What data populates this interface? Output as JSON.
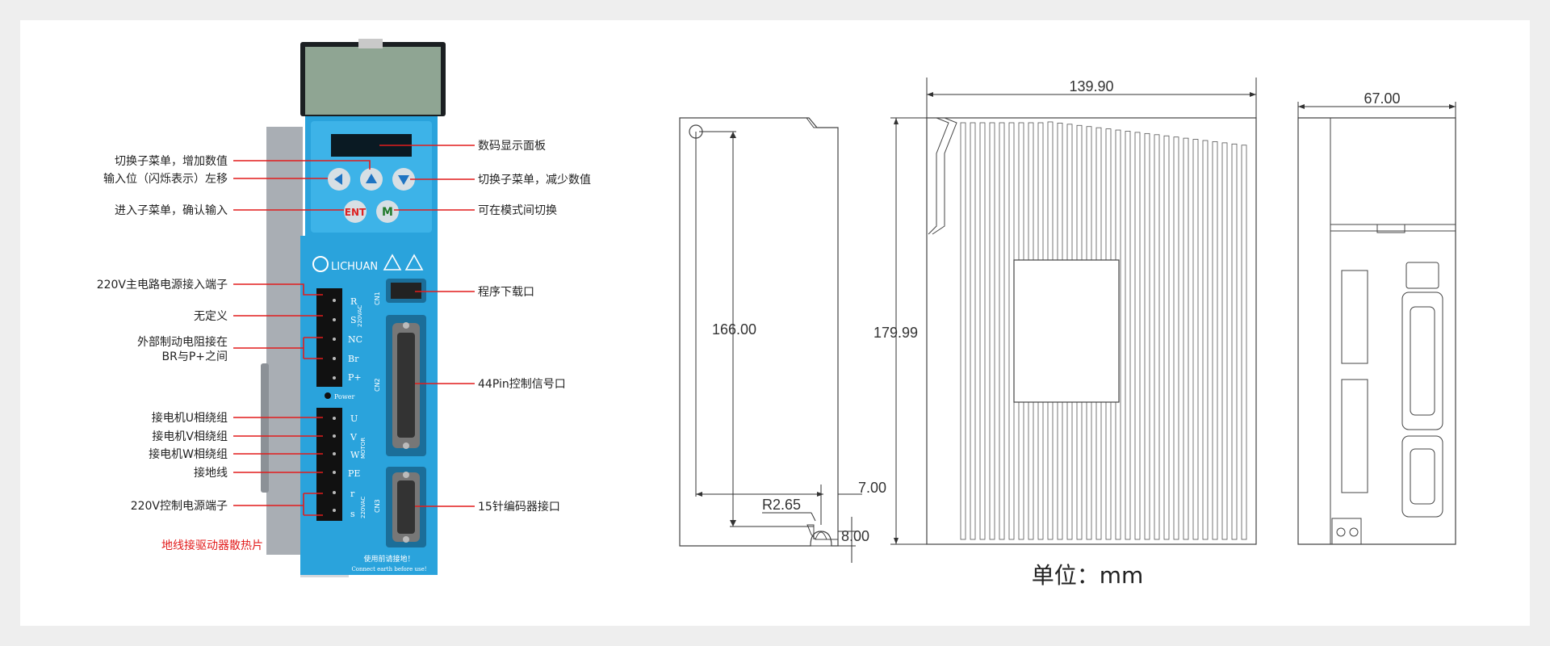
{
  "colors": {
    "background": "#eeeeee",
    "panel": "#ffffff",
    "leader": "#e21c1c",
    "device_blue": "#2aa3dc",
    "heatsink": "#a9aeb4",
    "lid": "#8fa593"
  },
  "left_labels": [
    "切换子菜单，增加数值",
    "输入位（闪烁表示）左移",
    "进入子菜单，确认输入",
    "220V主电路电源接入端子",
    "无定义",
    "外部制动电阻接在",
    "BR与P+之间",
    "接电机U相绕组",
    "接电机V相绕组",
    "接电机W相绕组",
    "接地线",
    "220V控制电源端子"
  ],
  "heatsink_note": "地线接驱动器散热片",
  "right_labels": [
    "数码显示面板",
    "切换子菜单，减少数值",
    "可在模式间切换",
    "程序下载口",
    "44Pin控制信号口",
    "15针编码器接口"
  ],
  "device": {
    "brand": "LICHUAN",
    "ent": "ENT",
    "mode": "M",
    "terminals_cn1": [
      "R",
      "S",
      "NC",
      "Br",
      "P+"
    ],
    "voltage": "220VAC",
    "power": "Power",
    "terminals_motor": [
      "U",
      "V",
      "W",
      "PE"
    ],
    "motor": "MOTOR",
    "terminals_ctrl": [
      "r",
      "s"
    ],
    "cn1": "CN1",
    "cn2": "CN2",
    "cn3": "CN3",
    "warning_cn": "使用前请接地！",
    "warning_en": "Connect earth before use!"
  },
  "dimensions": {
    "width_139": "139.90",
    "depth_67": "67.00",
    "height_166": "166.00",
    "height_179": "179.99",
    "r265": "R2.65",
    "d700": "7.00",
    "d800": "8.00"
  },
  "unit": "单位：mm"
}
